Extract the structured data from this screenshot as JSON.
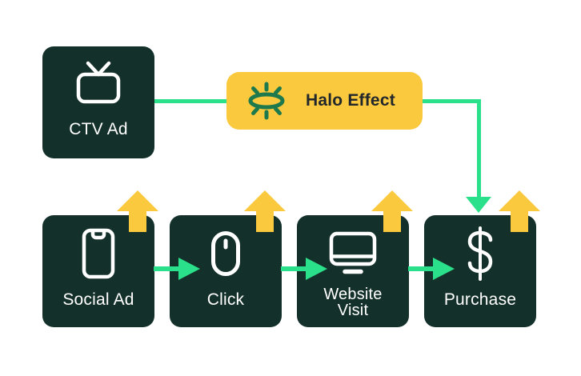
{
  "colors": {
    "node_background": "#14302A",
    "node_text": "#FFFFFF",
    "flow_green": "#2BE08A",
    "halo_yellow": "#FAC93E",
    "halo_icon_green": "#1E7A4D",
    "halo_text": "#21272A",
    "canvas_background": "#FFFFFF"
  },
  "top_row": {
    "ctv": {
      "label": "CTV Ad",
      "icon": "tv-icon"
    },
    "halo": {
      "label": "Halo Effect",
      "icon": "halo-glow-icon"
    }
  },
  "bottom_row": [
    {
      "id": "social",
      "label": "Social Ad",
      "icon": "smartphone-icon"
    },
    {
      "id": "click",
      "label": "Click",
      "icon": "mouse-icon"
    },
    {
      "id": "website",
      "label_line1": "Website",
      "label_line2": "Visit",
      "icon": "desktop-monitor-icon"
    },
    {
      "id": "purchase",
      "label": "Purchase",
      "icon": "dollar-sign-icon"
    }
  ],
  "connectors": {
    "green_flow": [
      "ctv-to-halo",
      "halo-to-purchase",
      "social-to-click",
      "click-to-website",
      "website-to-purchase"
    ],
    "yellow_uplift_arrows_on": [
      "social",
      "click",
      "website",
      "purchase"
    ]
  }
}
